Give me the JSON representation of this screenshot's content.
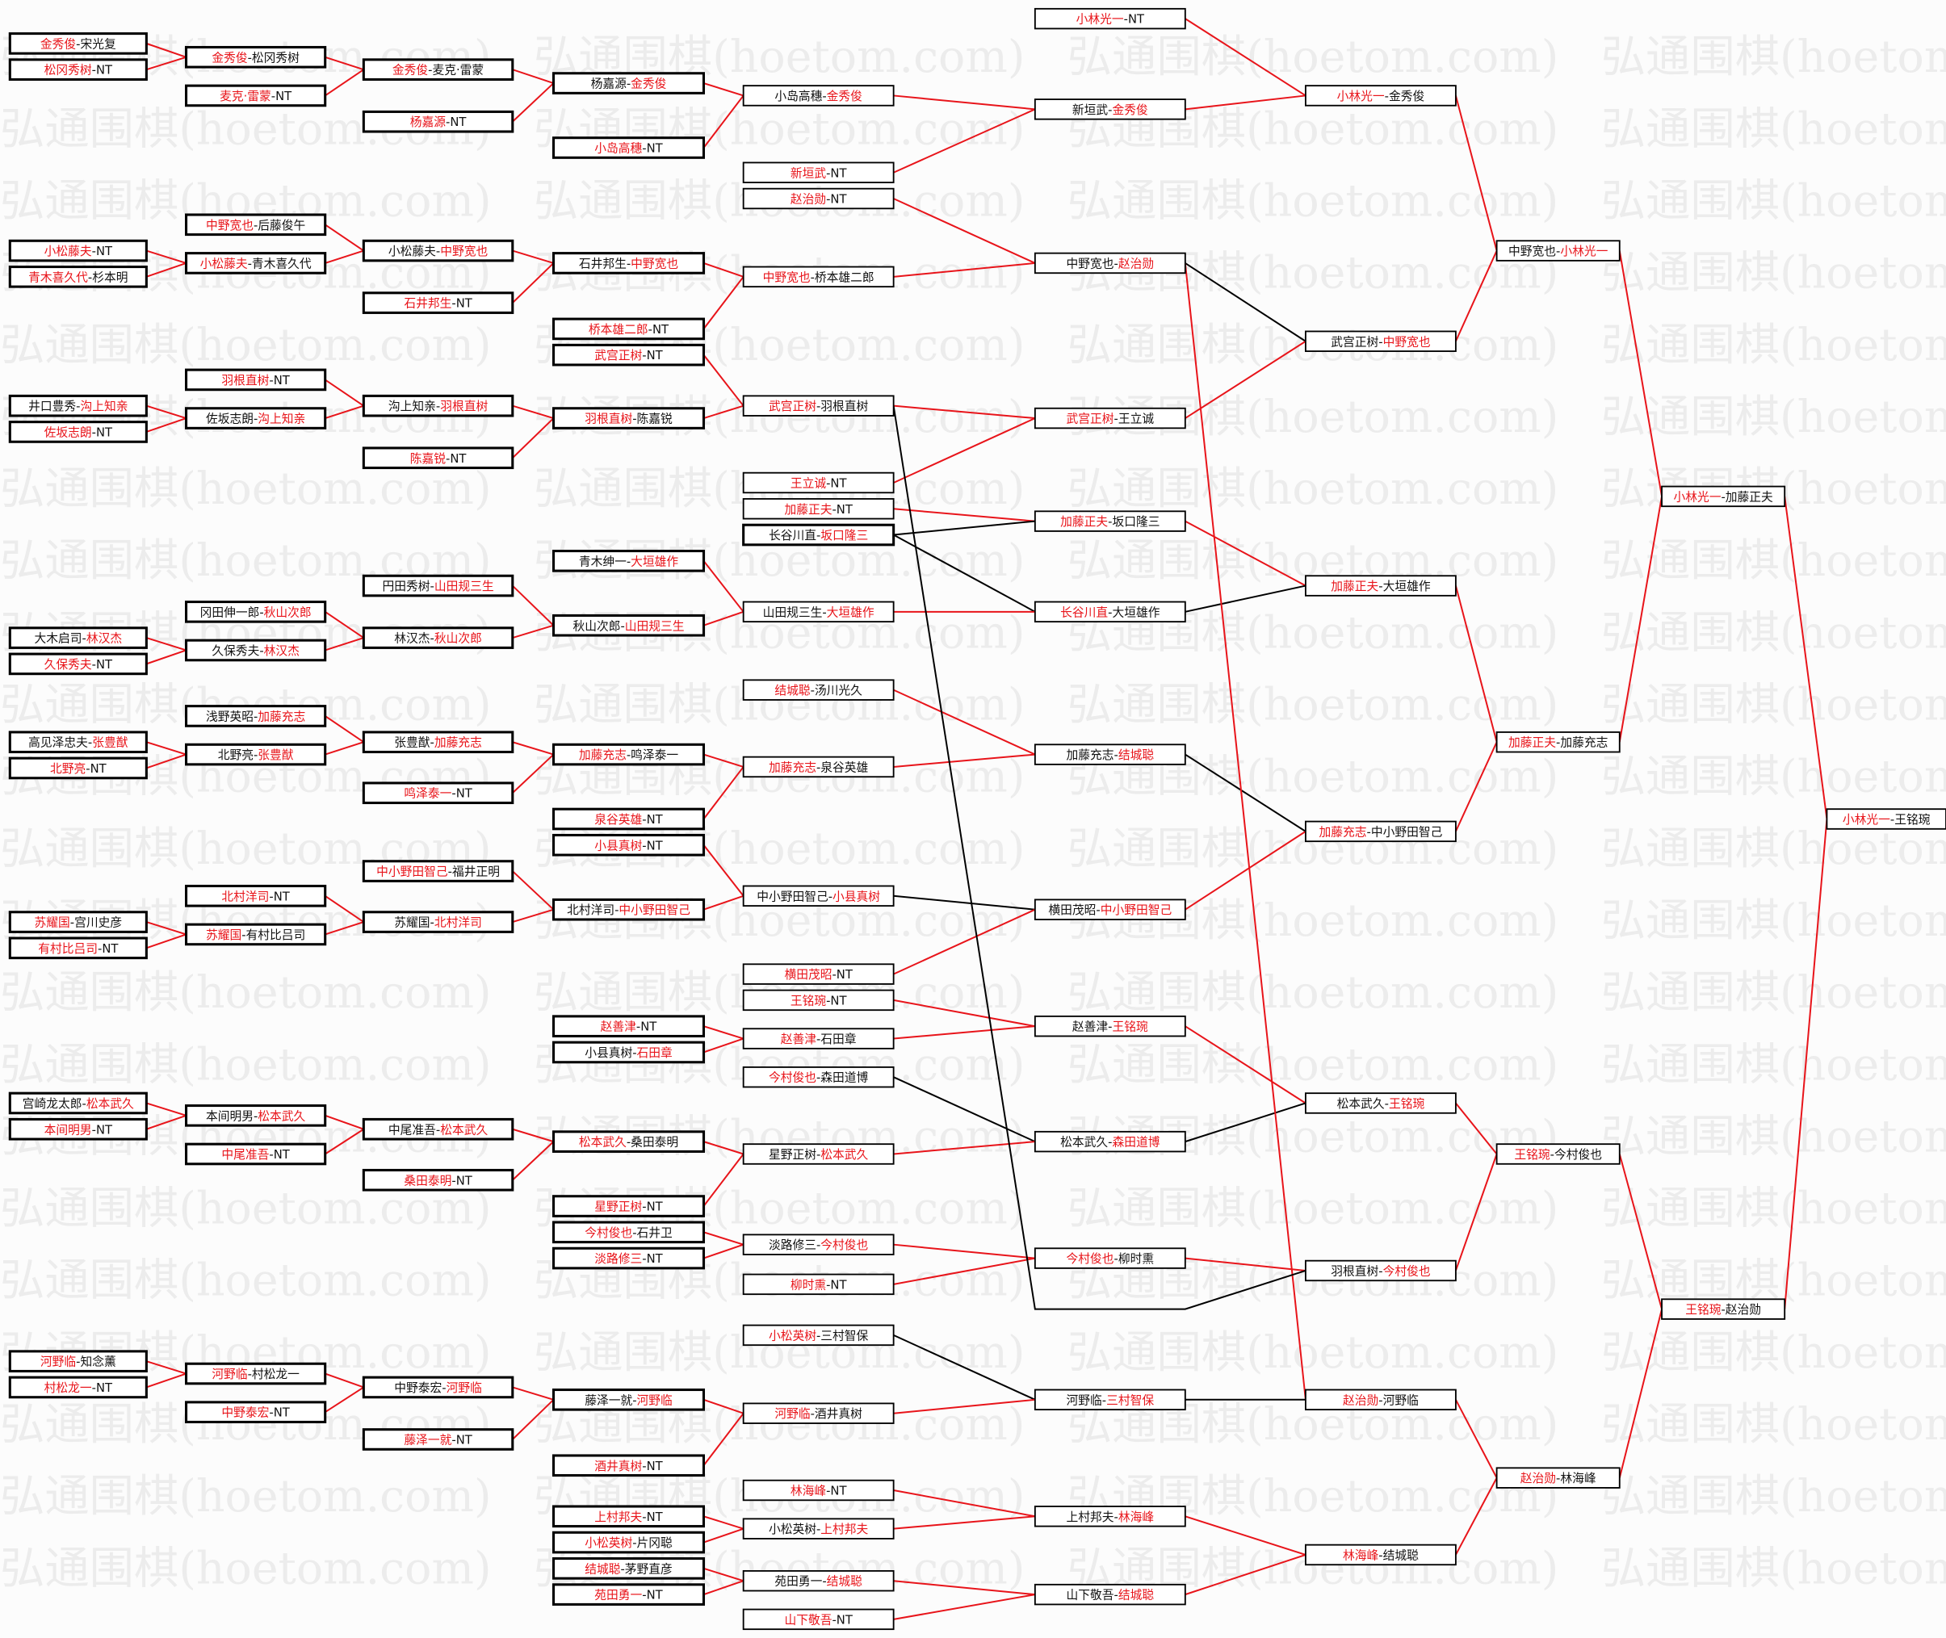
{
  "watermark": "弘通围棋(hoetom.com)",
  "colors": {
    "winner": "#e8141a",
    "loser": "#111111",
    "win_line": "#e8141a",
    "other_line": "#000000"
  },
  "sep": "-",
  "rounds": [
    [
      {
        "a": "金秀俊",
        "b": "宋光复",
        "w": 0
      },
      {
        "a": "松冈秀树",
        "b": "NT",
        "w": 0
      },
      {
        "a": "小松藤夫",
        "b": "NT",
        "w": 0
      },
      {
        "a": "青木喜久代",
        "b": "杉本明",
        "w": 0
      },
      {
        "a": "井口豊秀",
        "b": "沟上知亲",
        "w": 1
      },
      {
        "a": "佐坂志朗",
        "b": "NT",
        "w": 0
      },
      {
        "a": "大木启司",
        "b": "林汉杰",
        "w": 1
      },
      {
        "a": "久保秀夫",
        "b": "NT",
        "w": 0
      },
      {
        "a": "高见泽忠夫",
        "b": "张豊猷",
        "w": 1
      },
      {
        "a": "北野亮",
        "b": "NT",
        "w": 0
      },
      {
        "a": "苏耀国",
        "b": "宫川史彦",
        "w": 0
      },
      {
        "a": "有村比吕司",
        "b": "NT",
        "w": 0
      },
      {
        "a": "宫崎龙太郎",
        "b": "松本武久",
        "w": 1
      },
      {
        "a": "本间明男",
        "b": "NT",
        "w": 0
      },
      {
        "a": "河野临",
        "b": "知念薰",
        "w": 0
      },
      {
        "a": "村松龙一",
        "b": "NT",
        "w": 0
      }
    ],
    [
      {
        "a": "金秀俊",
        "b": "松冈秀树",
        "w": 0
      },
      {
        "a": "麦克·雷蒙",
        "b": "NT",
        "w": 0
      },
      {
        "a": "中野宽也",
        "b": "后藤俊午",
        "w": 0
      },
      {
        "a": "小松藤夫",
        "b": "青木喜久代",
        "w": 0
      },
      {
        "a": "羽根直树",
        "b": "NT",
        "w": 0
      },
      {
        "a": "佐坂志朗",
        "b": "沟上知亲",
        "w": 1
      },
      {
        "a": "冈田伸一郎",
        "b": "秋山次郎",
        "w": 1
      },
      {
        "a": "久保秀夫",
        "b": "林汉杰",
        "w": 1
      },
      {
        "a": "浅野英昭",
        "b": "加藤充志",
        "w": 1
      },
      {
        "a": "北野亮",
        "b": "张豊猷",
        "w": 1
      },
      {
        "a": "北村洋司",
        "b": "NT",
        "w": 0
      },
      {
        "a": "苏耀国",
        "b": "有村比吕司",
        "w": 0
      },
      {
        "a": "本间明男",
        "b": "松本武久",
        "w": 1
      },
      {
        "a": "中尾准吾",
        "b": "NT",
        "w": 0
      },
      {
        "a": "河野临",
        "b": "村松龙一",
        "w": 0
      },
      {
        "a": "中野泰宏",
        "b": "NT",
        "w": 0
      }
    ],
    [
      {
        "a": "金秀俊",
        "b": "麦克·雷蒙",
        "w": 0
      },
      {
        "a": "杨嘉源",
        "b": "NT",
        "w": 0
      },
      {
        "a": "小松藤夫",
        "b": "中野宽也",
        "w": 1
      },
      {
        "a": "石井邦生",
        "b": "NT",
        "w": 0
      },
      {
        "a": "沟上知亲",
        "b": "羽根直树",
        "w": 1
      },
      {
        "a": "陈嘉锐",
        "b": "NT",
        "w": 0
      },
      {
        "a": "円田秀树",
        "b": "山田规三生",
        "w": 1
      },
      {
        "a": "林汉杰",
        "b": "秋山次郎",
        "w": 1
      },
      {
        "a": "张豊猷",
        "b": "加藤充志",
        "w": 1
      },
      {
        "a": "鸣泽泰一",
        "b": "NT",
        "w": 0
      },
      {
        "a": "中小野田智己",
        "b": "福井正明",
        "w": 0
      },
      {
        "a": "苏耀国",
        "b": "北村洋司",
        "w": 1
      },
      {
        "a": "中尾准吾",
        "b": "松本武久",
        "w": 1
      },
      {
        "a": "桑田泰明",
        "b": "NT",
        "w": 0
      },
      {
        "a": "中野泰宏",
        "b": "河野临",
        "w": 1
      },
      {
        "a": "藤泽一就",
        "b": "NT",
        "w": 0
      }
    ],
    [
      {
        "a": "杨嘉源",
        "b": "金秀俊",
        "w": 1
      },
      {
        "a": "小岛高穗",
        "b": "NT",
        "w": 0
      },
      {
        "a": "石井邦生",
        "b": "中野宽也",
        "w": 1
      },
      {
        "a": "桥本雄二郎",
        "b": "NT",
        "w": 0
      },
      {
        "a": "武宫正树",
        "b": "NT",
        "w": 0
      },
      {
        "a": "羽根直树",
        "b": "陈嘉锐",
        "w": 0
      },
      {
        "a": "青木绅一",
        "b": "大垣雄作",
        "w": 1
      },
      {
        "a": "秋山次郎",
        "b": "山田规三生",
        "w": 1
      },
      {
        "a": "加藤充志",
        "b": "鸣泽泰一",
        "w": 0
      },
      {
        "a": "泉谷英雄",
        "b": "NT",
        "w": 0
      },
      {
        "a": "小县真树",
        "b": "NT",
        "w": 0
      },
      {
        "a": "北村洋司",
        "b": "中小野田智己",
        "w": 1
      },
      {
        "a": "赵善津",
        "b": "NT",
        "w": 0
      },
      {
        "a": "小县真树",
        "b": "石田章",
        "w": 1
      },
      {
        "a": "松本武久",
        "b": "桑田泰明",
        "w": 0
      },
      {
        "a": "星野正树",
        "b": "NT",
        "w": 0
      },
      {
        "a": "今村俊也",
        "b": "石井卫",
        "w": 0
      },
      {
        "a": "淡路修三",
        "b": "NT",
        "w": 0
      },
      {
        "a": "藤泽一就",
        "b": "河野临",
        "w": 1
      },
      {
        "a": "酒井真树",
        "b": "NT",
        "w": 0
      },
      {
        "a": "上村邦夫",
        "b": "NT",
        "w": 0
      },
      {
        "a": "小松英树",
        "b": "片冈聪",
        "w": 0
      },
      {
        "a": "结城聪",
        "b": "茅野直彦",
        "w": 0
      },
      {
        "a": "苑田勇一",
        "b": "NT",
        "w": 0
      }
    ],
    [
      {
        "a": "小岛高穗",
        "b": "金秀俊",
        "w": 1
      },
      {
        "a": "新垣武",
        "b": "NT",
        "w": 0
      },
      {
        "a": "赵治勋",
        "b": "NT",
        "w": 0
      },
      {
        "a": "中野宽也",
        "b": "桥本雄二郎",
        "w": 0
      },
      {
        "a": "武宫正树",
        "b": "羽根直树",
        "w": 0
      },
      {
        "a": "王立诚",
        "b": "NT",
        "w": 0
      },
      {
        "a": "加藤正夫",
        "b": "NT",
        "w": 0
      },
      {
        "a": "长谷川直",
        "b": "坂口隆三",
        "w": 1
      },
      {
        "a": "山田规三生",
        "b": "大垣雄作",
        "w": 1
      },
      {
        "a": "结城聪",
        "b": "汤川光久",
        "w": 0
      },
      {
        "a": "加藤充志",
        "b": "泉谷英雄",
        "w": 0
      },
      {
        "a": "中小野田智己",
        "b": "小县真树",
        "w": 1
      },
      {
        "a": "横田茂昭",
        "b": "NT",
        "w": 0
      },
      {
        "a": "王铭琬",
        "b": "NT",
        "w": 0
      },
      {
        "a": "赵善津",
        "b": "石田章",
        "w": 0
      },
      {
        "a": "今村俊也",
        "b": "森田道博",
        "w": 0
      },
      {
        "a": "星野正树",
        "b": "松本武久",
        "w": 1
      },
      {
        "a": "淡路修三",
        "b": "今村俊也",
        "w": 1
      },
      {
        "a": "柳时熏",
        "b": "NT",
        "w": 0
      },
      {
        "a": "小松英树",
        "b": "三村智保",
        "w": 0
      },
      {
        "a": "河野临",
        "b": "酒井真树",
        "w": 0
      },
      {
        "a": "林海峰",
        "b": "NT",
        "w": 0
      },
      {
        "a": "小松英树",
        "b": "上村邦夫",
        "w": 1
      },
      {
        "a": "苑田勇一",
        "b": "结城聪",
        "w": 1
      },
      {
        "a": "山下敬吾",
        "b": "NT",
        "w": 0
      }
    ],
    [
      {
        "a": "小林光一",
        "b": "NT",
        "w": 0
      },
      {
        "a": "新垣武",
        "b": "金秀俊",
        "w": 1
      },
      {
        "a": "中野宽也",
        "b": "赵治勋",
        "w": 1
      },
      {
        "a": "武宫正树",
        "b": "王立诚",
        "w": 0
      },
      {
        "a": "加藤正夫",
        "b": "坂口隆三",
        "w": 0
      },
      {
        "a": "长谷川直",
        "b": "大垣雄作",
        "w": 0
      },
      {
        "a": "加藤充志",
        "b": "结城聪",
        "w": 1
      },
      {
        "a": "横田茂昭",
        "b": "中小野田智己",
        "w": 1
      },
      {
        "a": "赵善津",
        "b": "王铭琬",
        "w": 1
      },
      {
        "a": "松本武久",
        "b": "森田道博",
        "w": 1
      },
      {
        "a": "今村俊也",
        "b": "柳时熏",
        "w": 0
      },
      {
        "a": "河野临",
        "b": "三村智保",
        "w": 1
      },
      {
        "a": "上村邦夫",
        "b": "林海峰",
        "w": 1
      },
      {
        "a": "山下敬吾",
        "b": "结城聪",
        "w": 1
      }
    ],
    [
      {
        "a": "小林光一",
        "b": "金秀俊",
        "w": 0
      },
      {
        "a": "武宫正树",
        "b": "中野宽也",
        "w": 1
      },
      {
        "a": "加藤正夫",
        "b": "大垣雄作",
        "w": 0
      },
      {
        "a": "加藤充志",
        "b": "中小野田智己",
        "w": 0
      },
      {
        "a": "松本武久",
        "b": "王铭琬",
        "w": 1
      },
      {
        "a": "羽根直树",
        "b": "今村俊也",
        "w": 1
      },
      {
        "a": "赵治勋",
        "b": "河野临",
        "w": 0
      },
      {
        "a": "林海峰",
        "b": "结城聪",
        "w": 0
      }
    ],
    [
      {
        "a": "中野宽也",
        "b": "小林光一",
        "w": 1
      },
      {
        "a": "加藤正夫",
        "b": "加藤充志",
        "w": 0
      },
      {
        "a": "王铭琬",
        "b": "今村俊也",
        "w": 0
      },
      {
        "a": "赵治勋",
        "b": "林海峰",
        "w": 0
      }
    ],
    [
      {
        "a": "小林光一",
        "b": "加藤正夫",
        "w": 0
      },
      {
        "a": "王铭琬",
        "b": "赵治勋",
        "w": 0
      }
    ],
    [
      {
        "a": "小林光一",
        "b": "王铭琬",
        "w": 0
      }
    ]
  ]
}
